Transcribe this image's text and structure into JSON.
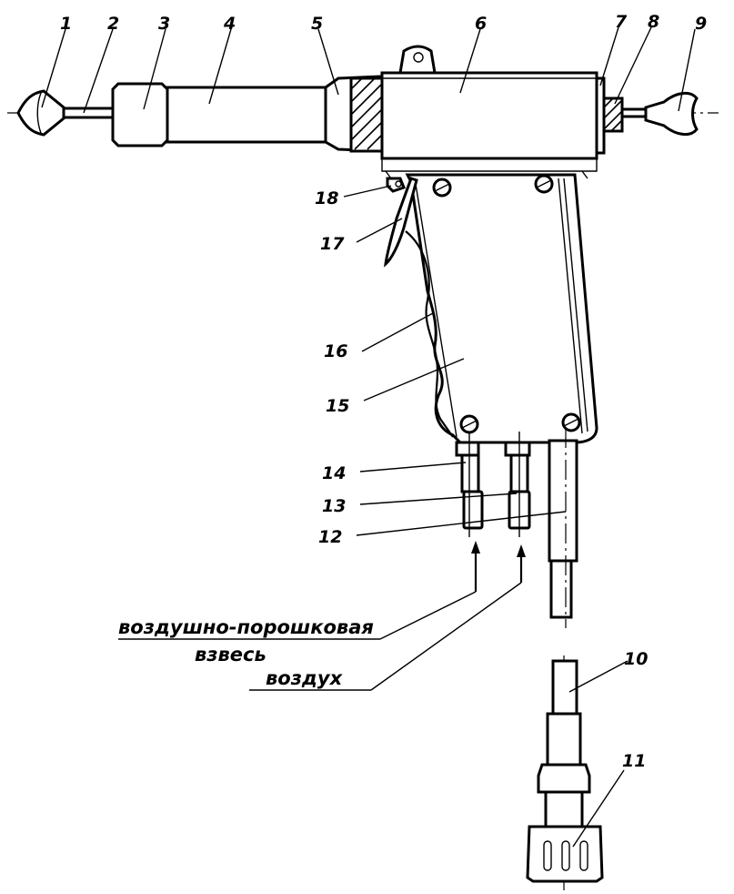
{
  "labels": {
    "l1": "1",
    "l2": "2",
    "l3": "3",
    "l4": "4",
    "l5": "5",
    "l6": "6",
    "l7": "7",
    "l8": "8",
    "l9": "9",
    "l10": "10",
    "l11": "11",
    "l12": "12",
    "l13": "13",
    "l14": "14",
    "l15": "15",
    "l16": "16",
    "l17": "17",
    "l18": "18"
  },
  "captions": {
    "powder_line1": "воздушно-порошковая",
    "powder_line2": "взвесь",
    "air": "воздух"
  }
}
